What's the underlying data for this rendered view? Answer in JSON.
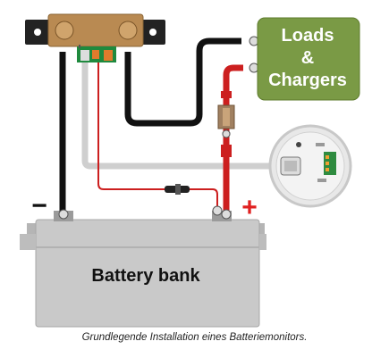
{
  "loads_box": {
    "lines": [
      "Loads",
      "&",
      "Chargers"
    ]
  },
  "battery": {
    "label": "Battery bank"
  },
  "polarity": {
    "minus": "−",
    "plus": "+"
  },
  "caption": "Grundlegende Installation eines Batteriemonitors.",
  "colors": {
    "wire_black": "#111111",
    "wire_red": "#cc1f1f",
    "wire_grey": "#cfcfcf",
    "loads_box": "#7a9a45",
    "battery_body": "#c9c9c9",
    "shunt_bus": "#b98a52",
    "monitor_face": "#f0f0f0"
  },
  "icons": {
    "shunt": "battery-shunt-icon",
    "fuse": "inline-fuse-icon",
    "monitor": "battery-monitor-icon",
    "terminal": "terminal-bolt-icon"
  }
}
